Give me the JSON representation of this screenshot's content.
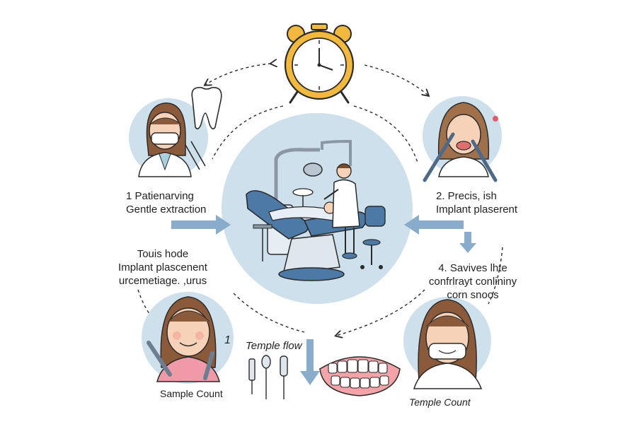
{
  "step1": {
    "line1": "1 Patienarving",
    "line2": "Gentle extraction"
  },
  "step2": {
    "line1": "2. Precis, ish",
    "line2": "Implant plaserent"
  },
  "step3": {
    "line1": "Touis hode",
    "line2": "Implant plascenent",
    "line3": "urcemetiage. ,urus"
  },
  "step4": {
    "line1": "4. Savives lhte",
    "line2": "confrlrayt conlininy",
    "line3": "corn snoos"
  },
  "badge_number": "1",
  "flow_label": "Temple flow",
  "caption_left": "Sample Count",
  "caption_right": "Temple Count",
  "colors": {
    "circle_fill": "#cde0ec",
    "arrow_blue": "#8aaccc",
    "clock_gold": "#f3b93f",
    "chair_blue": "#4d79a7",
    "outline": "#2b2b2b"
  }
}
